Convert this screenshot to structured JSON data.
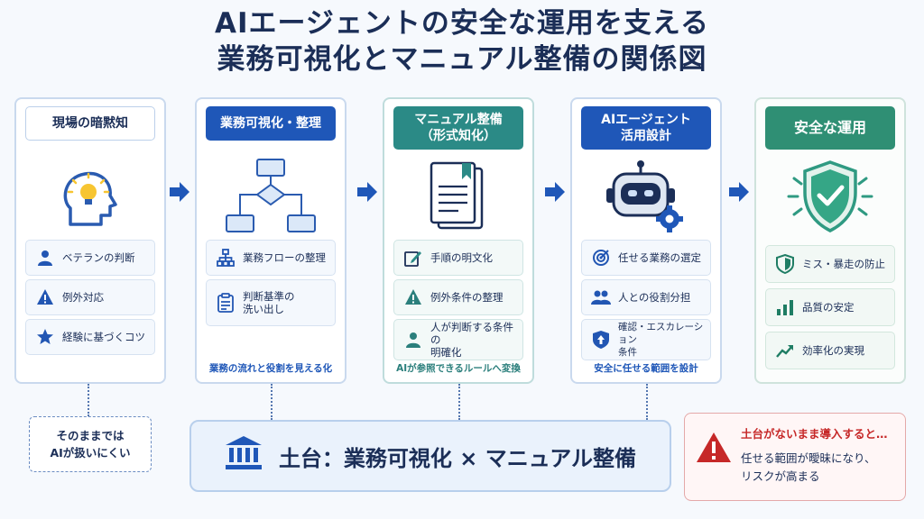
{
  "title": {
    "line1": "AIエージェントの安全な運用を支える",
    "line2": "業務可視化とマニュアル整備の関係図"
  },
  "columns": [
    {
      "header": "現場の暗黙知",
      "icon": "head-lightbulb-icon",
      "items": [
        {
          "icon": "person-icon",
          "label": "ベテランの判断"
        },
        {
          "icon": "warning-icon",
          "label": "例外対応"
        },
        {
          "icon": "star-icon",
          "label": "経験に基づくコツ"
        }
      ],
      "caption": ""
    },
    {
      "header": "業務可視化・整理",
      "icon": "flowchart-icon",
      "items": [
        {
          "icon": "org-chart-icon",
          "label": "業務フローの整理"
        },
        {
          "icon": "clipboard-icon",
          "label": "判断基準の\n洗い出し"
        }
      ],
      "caption": "業務の流れと役割を見える化"
    },
    {
      "header_line1": "マニュアル整備",
      "header_line2": "（形式知化）",
      "icon": "document-icon",
      "items": [
        {
          "icon": "edit-icon",
          "label": "手順の明文化"
        },
        {
          "icon": "warning-icon",
          "label": "例外条件の整理"
        },
        {
          "icon": "person-icon",
          "label_line1": "人が判断する条件の",
          "label_line2": "明確化"
        }
      ],
      "caption": "AIが参照できるルールへ変換"
    },
    {
      "header_line1": "AIエージェント",
      "header_line2": "活用設計",
      "icon": "robot-gear-icon",
      "items": [
        {
          "icon": "target-icon",
          "label": "任せる業務の選定"
        },
        {
          "icon": "people-icon",
          "label": "人との役割分担"
        },
        {
          "icon": "shield-arrow-icon",
          "label_line1": "確認・エスカレーション",
          "label_line2": "条件"
        }
      ],
      "caption": "安全に任せる範囲を設計"
    },
    {
      "header": "安全な運用",
      "icon": "shield-check-icon",
      "items": [
        {
          "icon": "shield-icon",
          "label": "ミス・暴走の防止"
        },
        {
          "icon": "bar-chart-icon",
          "label": "品質の安定"
        },
        {
          "icon": "trend-up-icon",
          "label": "効率化の実現"
        }
      ],
      "caption": ""
    }
  ],
  "note": {
    "line1": "そのままでは",
    "line2": "AIが扱いにくい"
  },
  "foundation": {
    "icon": "bank-icon",
    "label": "土台：業務可視化 × マニュアル整備"
  },
  "warning": {
    "icon": "warning-icon",
    "title": "土台がないまま導入すると…",
    "line1": "任せる範囲が曖昧になり、",
    "line2": "リスクが高まる"
  },
  "colors": {
    "navy": "#1b2e57",
    "blue": "#1f57b8",
    "teal": "#2b8a86",
    "green": "#2f8f74",
    "red": "#c62828"
  }
}
